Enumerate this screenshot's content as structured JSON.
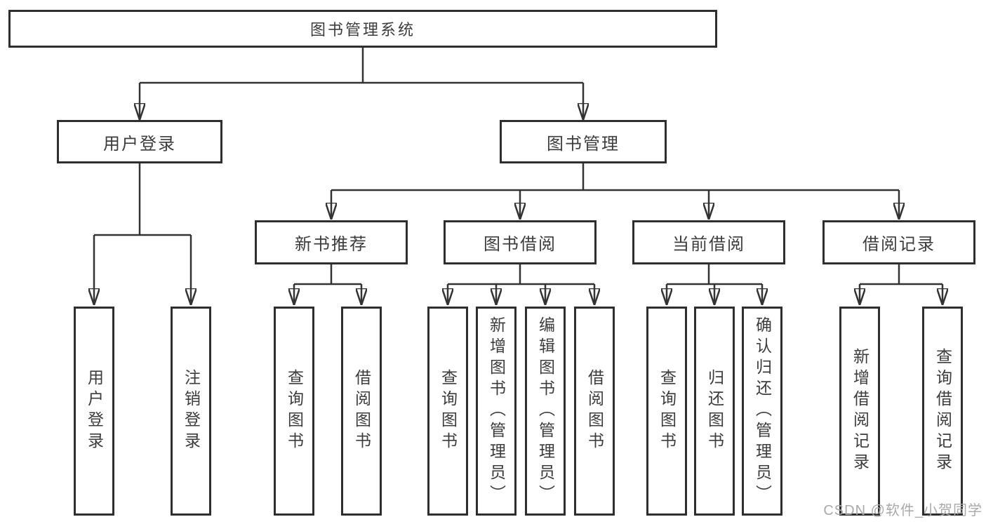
{
  "tree": {
    "label": "图书管理系统",
    "children": [
      {
        "label": "用户登录",
        "children": [
          {
            "label": "用户登录"
          },
          {
            "label": "注销登录"
          }
        ]
      },
      {
        "label": "图书管理",
        "children": [
          {
            "label": "新书推荐",
            "children": [
              {
                "label": "查询图书"
              },
              {
                "label": "借阅图书"
              }
            ]
          },
          {
            "label": "图书借阅",
            "children": [
              {
                "label": "查询图书"
              },
              {
                "label": "新增图书（管理员）"
              },
              {
                "label": "编辑图书（管理员）"
              },
              {
                "label": "借阅图书"
              }
            ]
          },
          {
            "label": "当前借阅",
            "children": [
              {
                "label": "查询图书"
              },
              {
                "label": "归还图书"
              },
              {
                "label": "确认归还（管理员）"
              }
            ]
          },
          {
            "label": "借阅记录",
            "children": [
              {
                "label": "新增借阅记录"
              },
              {
                "label": "查询借阅记录"
              }
            ]
          }
        ]
      }
    ]
  },
  "watermark": {
    "text": "CSDN @软件_小贺同学"
  },
  "colors": {
    "line": "#333333",
    "box_border": "#2e2e2e",
    "text": "#3c3c3c",
    "watermark": "#a9a9a9",
    "background": "#ffffff"
  }
}
